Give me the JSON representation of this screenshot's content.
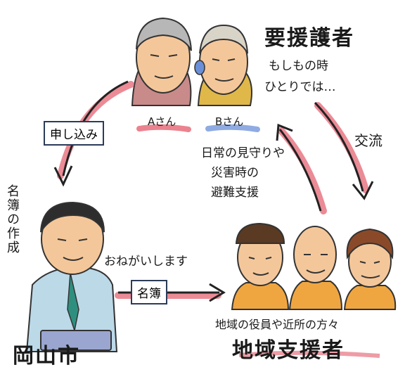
{
  "nodes": {
    "recipients": {
      "title": "要援護者",
      "subtitle_line1": "もしもの時",
      "subtitle_line2": "ひとりでは…",
      "person_a": "Aさん",
      "person_b": "Bさん"
    },
    "city": {
      "title": "岡山市",
      "side_label": "名簿の作成"
    },
    "supporters": {
      "title": "地域支援者",
      "caption": "地域の役員や近所の方々"
    }
  },
  "edges": {
    "apply": {
      "label": "申し込み"
    },
    "handover": {
      "label": "名簿",
      "caption": "おねがいします"
    },
    "exchange": {
      "label": "交流"
    },
    "watch": {
      "label_line1": "日常の見守りや",
      "label_line2": "災害時の",
      "label_line3": "避難支援"
    }
  },
  "colors": {
    "accent_red": "#e35a6a",
    "accent_blue": "#6a8fd8",
    "ink": "#1a1a1a",
    "skin": "#f4c79a",
    "shirt_orange": "#f0a640"
  }
}
